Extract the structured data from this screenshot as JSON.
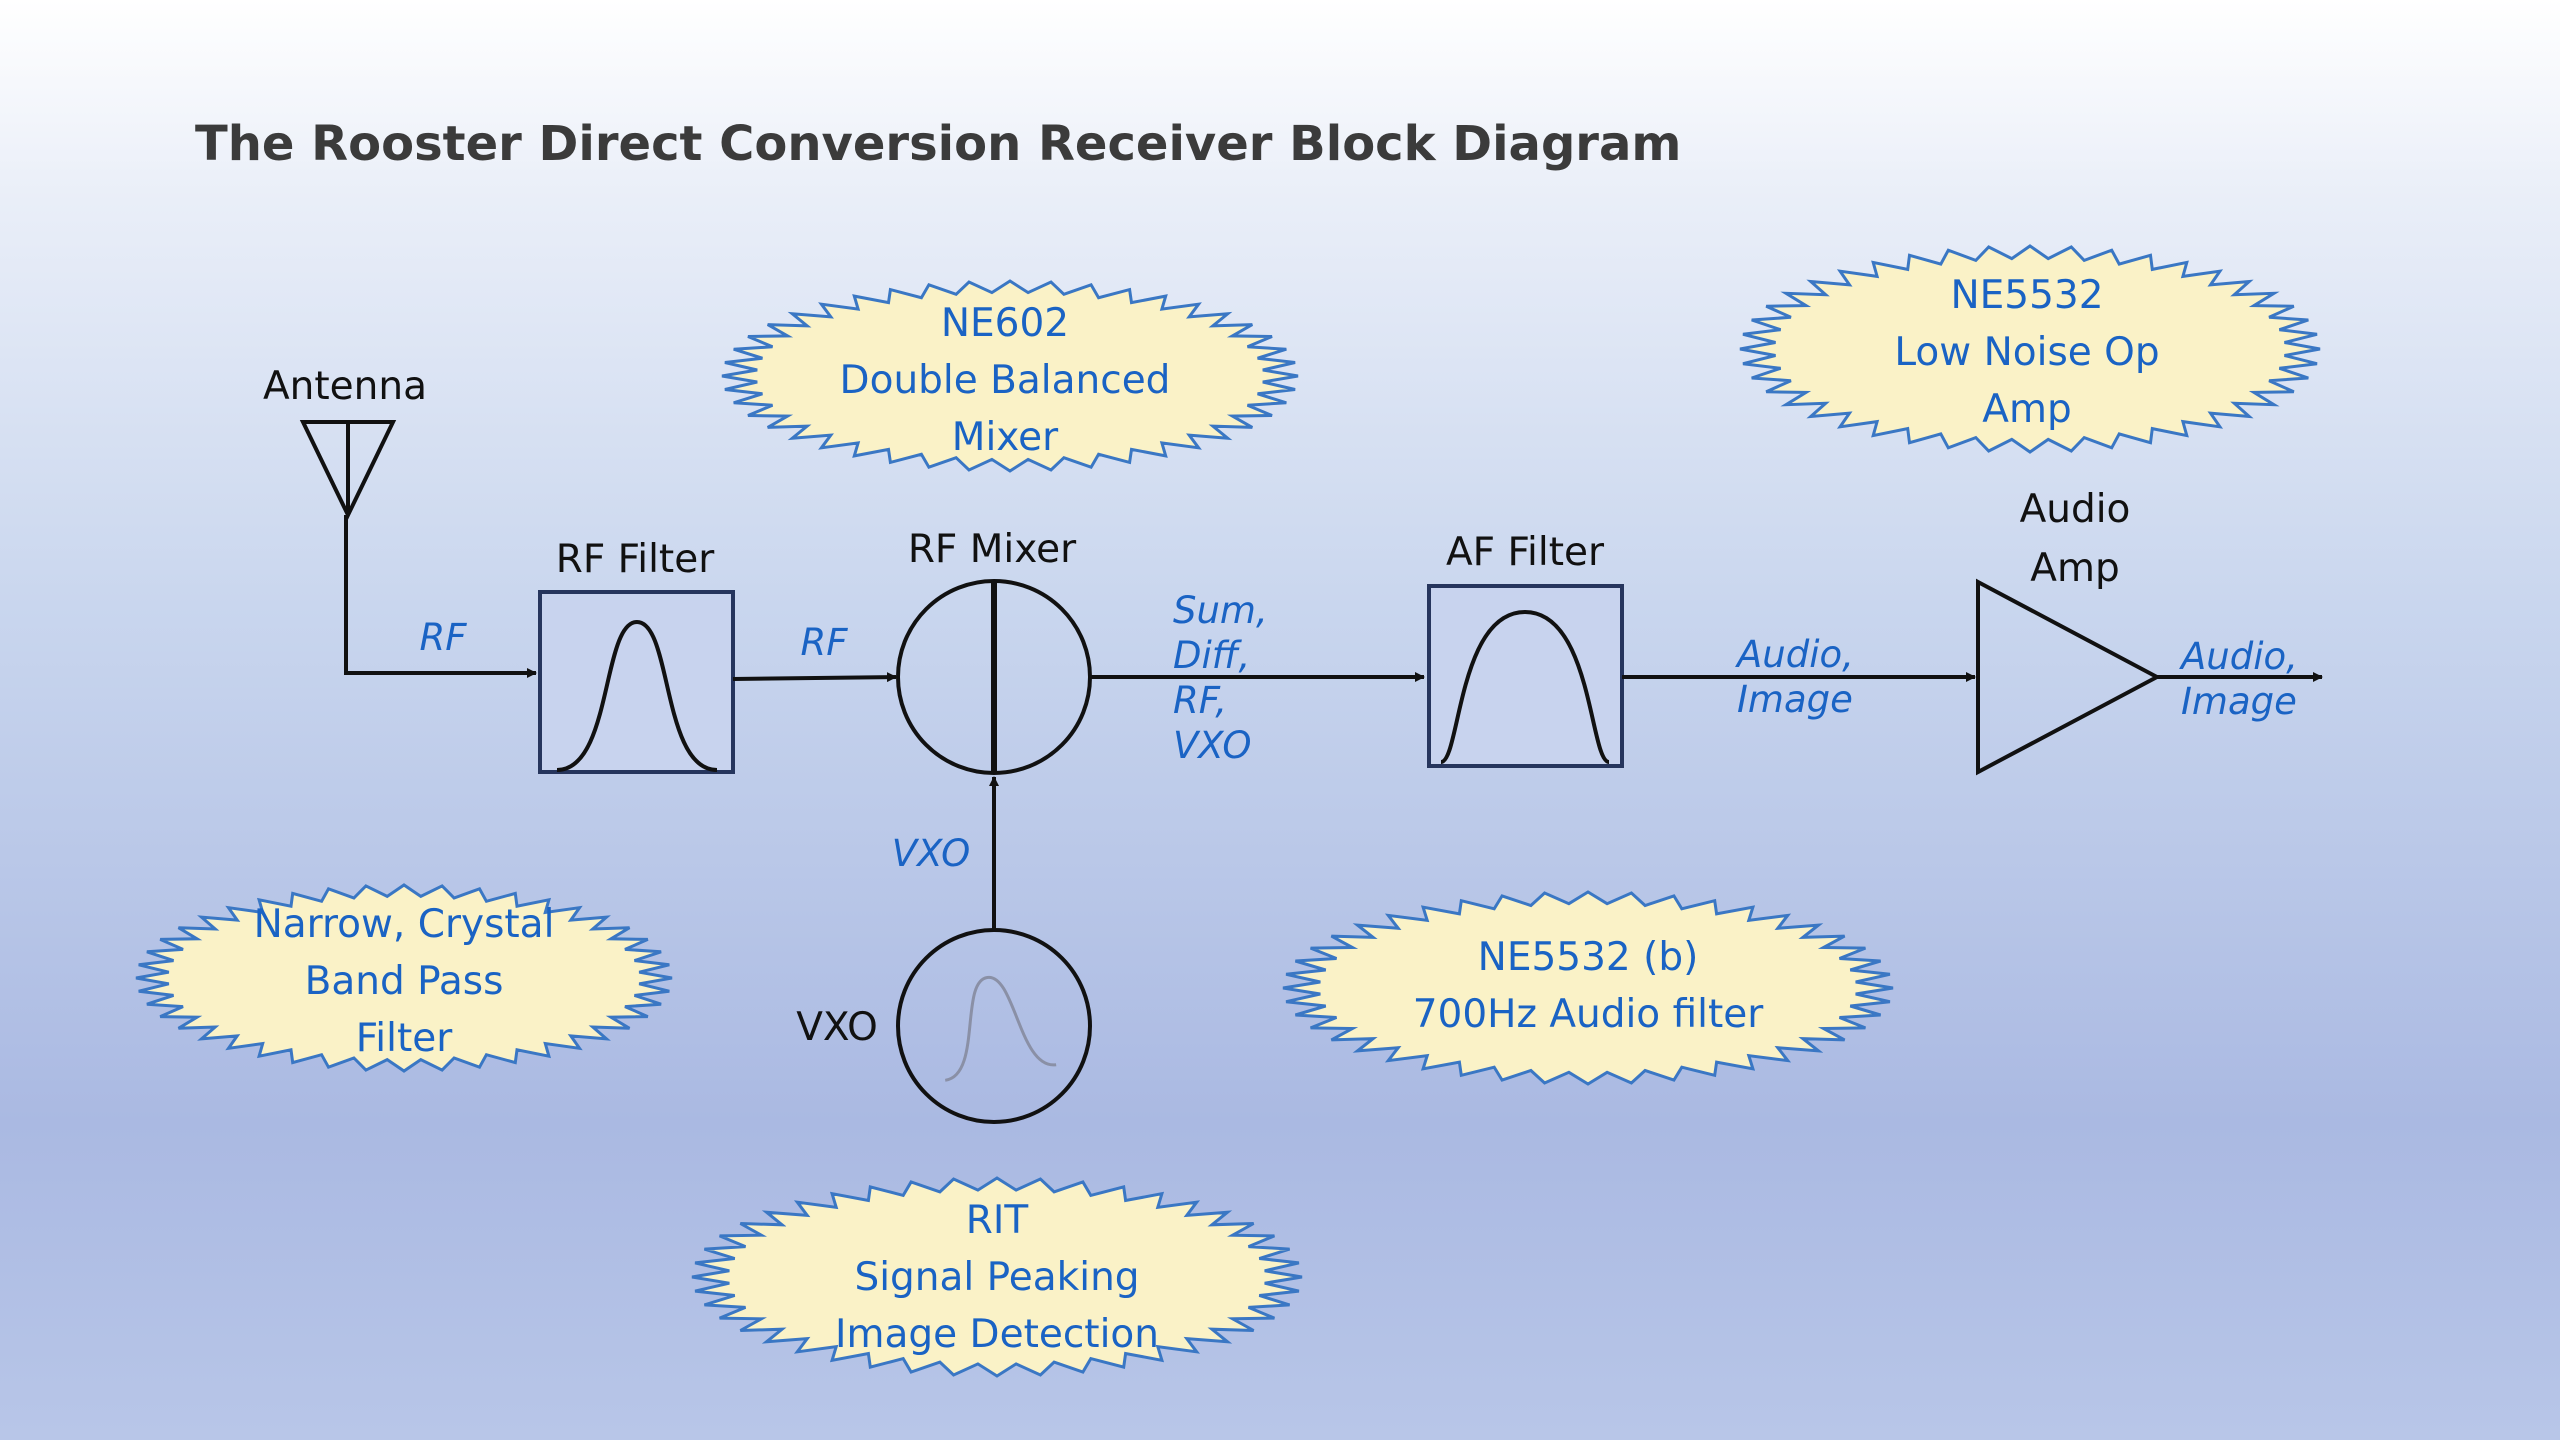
{
  "title": "The Rooster Direct Conversion Receiver Block Diagram",
  "blocks": {
    "antenna": "Antenna",
    "rf_filter": "RF Filter",
    "rf_mixer": "RF Mixer",
    "af_filter": "AF Filter",
    "audio_amp_line1": "Audio",
    "audio_amp_line2": "Amp",
    "vxo": "VXO"
  },
  "signals": {
    "antenna_to_filter": "RF",
    "filter_to_mixer": "RF",
    "mixer_out": [
      "Sum,",
      "Diff,",
      "RF,",
      "VXO"
    ],
    "vxo_to_mixer": "VXO",
    "af_to_amp": [
      "Audio,",
      "Image"
    ],
    "amp_out": [
      "Audio,",
      "Image"
    ]
  },
  "notes": {
    "mixer": [
      "NE602",
      "Double Balanced",
      "Mixer"
    ],
    "amp": [
      "NE5532",
      "Low Noise Op",
      "Amp"
    ],
    "rf_filter": [
      "Narrow, Crystal",
      "Band Pass",
      "Filter"
    ],
    "af_filter": [
      "NE5532 (b)",
      "700Hz Audio filter"
    ],
    "vxo": [
      "RIT",
      "Signal Peaking",
      "Image Detection"
    ]
  },
  "colors": {
    "signal_text": "#1a63c4",
    "note_fill": "#faf2c7",
    "note_border": "#3a77c4",
    "block_fill": "#c8d3ee",
    "block_border": "#26355d"
  }
}
